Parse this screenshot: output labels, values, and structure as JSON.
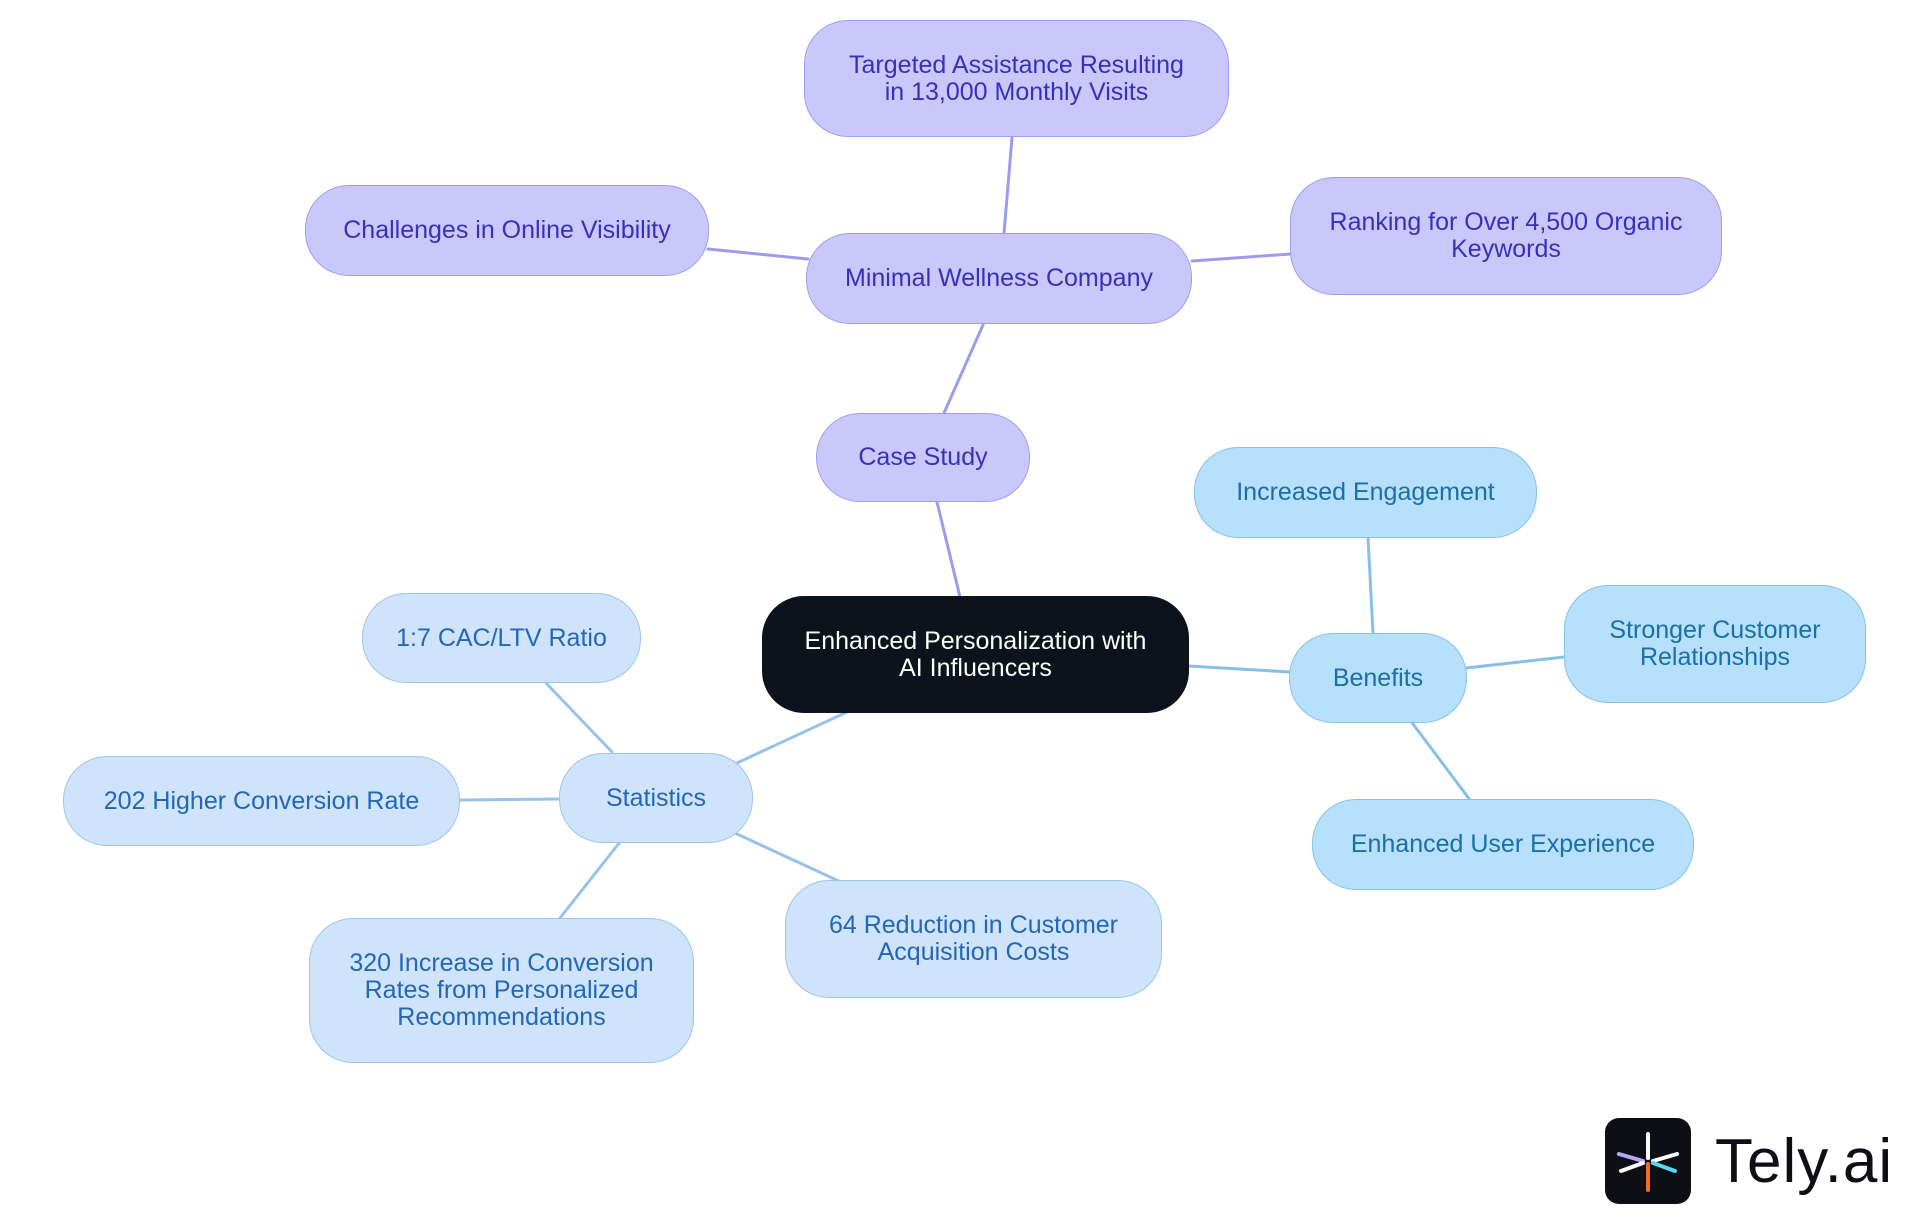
{
  "diagram": {
    "center": {
      "line1": "Enhanced Personalization with",
      "line2": "AI Influencers"
    },
    "case_study": {
      "label": "Case Study",
      "company": {
        "label": "Minimal Wellness Company"
      },
      "children": [
        {
          "line1": "Targeted Assistance Resulting",
          "line2": "in 13,000 Monthly Visits"
        },
        {
          "line1": "Challenges in Online Visibility",
          "line2": ""
        },
        {
          "line1": "Ranking for Over 4,500 Organic",
          "line2": "Keywords"
        }
      ]
    },
    "benefits": {
      "label": "Benefits",
      "children": [
        {
          "line1": "Increased Engagement",
          "line2": ""
        },
        {
          "line1": "Stronger Customer",
          "line2": "Relationships"
        },
        {
          "line1": "Enhanced User Experience",
          "line2": ""
        }
      ]
    },
    "statistics": {
      "label": "Statistics",
      "children": [
        {
          "line1": "1:7 CAC/LTV Ratio",
          "line2": "",
          "line3": ""
        },
        {
          "line1": "202 Higher Conversion Rate",
          "line2": "",
          "line3": ""
        },
        {
          "line1": "320 Increase in Conversion",
          "line2": "Rates from Personalized",
          "line3": "Recommendations"
        },
        {
          "line1": "64 Reduction in Customer",
          "line2": "Acquisition Costs",
          "line3": ""
        }
      ]
    }
  },
  "logo": {
    "text": "Tely.ai",
    "icon": "tely-asterisk-icon"
  },
  "colors": {
    "center_fill": "#0d131c",
    "case_study_fill": "#c8c8fb",
    "case_study_text": "#3b2fb8",
    "benefits_fill": "#b6e0fb",
    "benefits_text": "#1b6ea6",
    "statistics_fill": "#cfe3fa",
    "statistics_text": "#2367b5"
  }
}
